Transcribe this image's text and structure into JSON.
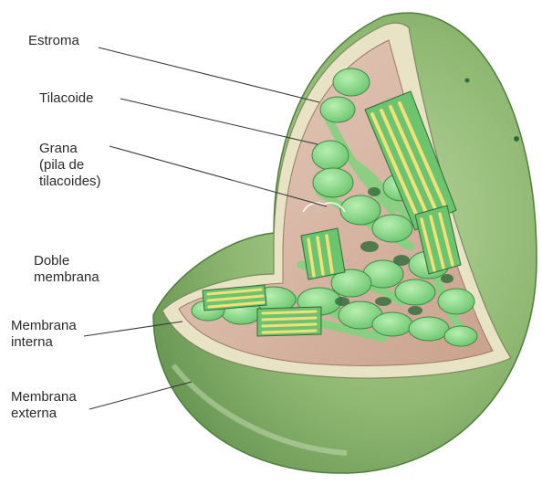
{
  "labels": {
    "estroma": "Estroma",
    "tilacoide": "Tilacoide",
    "grana_l1": "Grana",
    "grana_l2": "(pila de",
    "grana_l3": "tilacoides)",
    "doble_l1": "Doble",
    "doble_l2": "membrana",
    "interna_l1": "Membrana",
    "interna_l2": "interna",
    "externa_l1": "Membrana",
    "externa_l2": "externa"
  },
  "colors": {
    "outer_shell": "#8fb872",
    "outer_shell_dark": "#5f8e4c",
    "inner_band": "#e9e3c6",
    "stroma_bg": "#d9b8a4",
    "thylakoid": "#8fd68a",
    "thylakoid_edge": "#3f8a47",
    "lamella_yellow": "#f2e07a",
    "leader_line": "#333333"
  }
}
